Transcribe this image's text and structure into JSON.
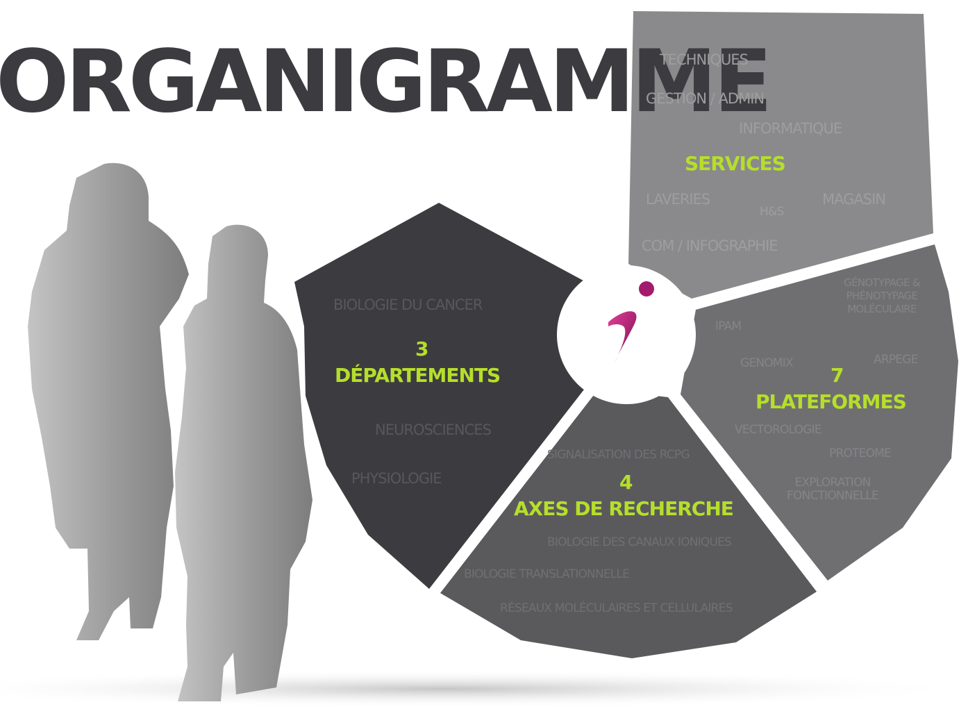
{
  "title": "ORGANIGRAMME",
  "colors": {
    "background": "#ffffff",
    "title": "#3c3c40",
    "accent": "#b6de2b",
    "services_fill": "#8a8a8c",
    "services_text": "#9e9e9f",
    "plateformes_fill": "#6f6f72",
    "plateformes_text": "#858588",
    "axes_fill": "#5a5a5d",
    "axes_text": "#707073",
    "departements_fill": "#3c3c40",
    "departements_text": "#58585c",
    "logo": "#a31b6d",
    "silhouette": "#9a9a9a"
  },
  "sections": {
    "services": {
      "heading": "SERVICES",
      "items": [
        "TECHNIQUES",
        "GESTION / ADMIN",
        "INFORMATIQUE",
        "LAVERIES",
        "H&S",
        "MAGASIN",
        "COM / INFOGRAPHIE"
      ]
    },
    "plateformes": {
      "count": "7",
      "heading": "PLATEFORMES",
      "items": [
        "GÉNOTYPAGE & PHÉNOTYPAGE MOLÉCULAIRE",
        "IPAM",
        "GENOMIX",
        "ARPEGE",
        "VECTOROLOGIE",
        "PROTEOME",
        "EXPLORATION FONCTIONNELLE"
      ]
    },
    "axes": {
      "count": "4",
      "heading": "AXES DE RECHERCHE",
      "items": [
        "SIGNALISATION DES RCPG",
        "BIOLOGIE DES CANAUX IONIQUES",
        "BIOLOGIE TRANSLATIONNELLE",
        "RÉSEAUX MOLÉCULAIRES ET CELLULAIRES"
      ]
    },
    "departements": {
      "count": "3",
      "heading": "DÉPARTEMENTS",
      "items": [
        "BIOLOGIE DU CANCER",
        "NEUROSCIENCES",
        "PHYSIOLOGIE"
      ]
    }
  },
  "icons": {
    "center": "institute-logo-icon",
    "figures": "person-silhouette-icon"
  }
}
